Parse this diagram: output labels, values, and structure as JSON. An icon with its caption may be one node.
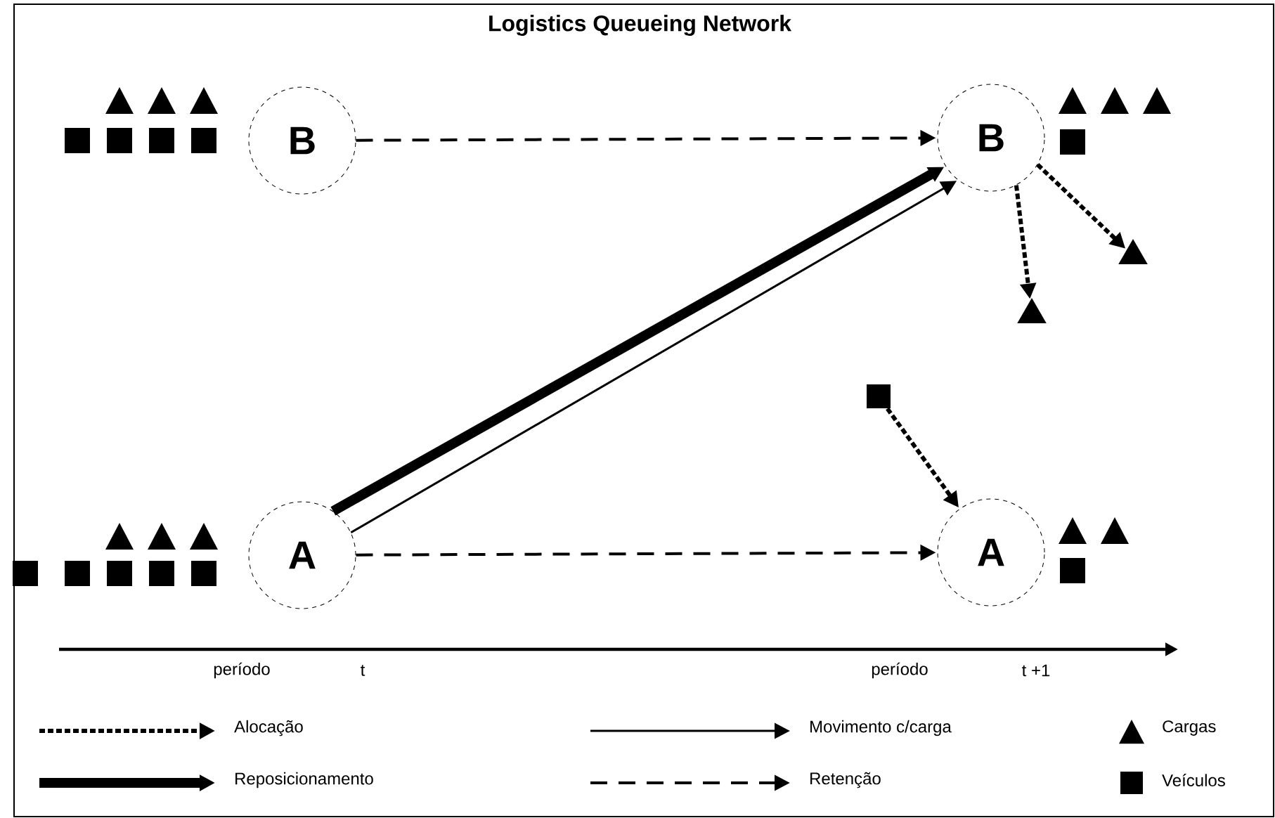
{
  "diagram": {
    "title": "Logistics Queueing Network",
    "nodes": [
      {
        "text": [
          "B"
        ]
      },
      {
        "text": [
          "B"
        ]
      },
      {
        "text": [],
        "shape": "triangle"
      },
      {
        "text": [],
        "shape": "triangle"
      },
      {
        "text": [],
        "shape": "box"
      },
      {
        "text": [
          "A"
        ]
      },
      {
        "text": [
          "A"
        ]
      }
    ],
    "edges": [
      {
        "from": 0,
        "to": 1,
        "arrow": "to",
        "style": "dashed"
      },
      {
        "from": 5,
        "to": 1,
        "arrow": "to",
        "style": "thick"
      },
      {
        "from": 5,
        "to": 1,
        "arrow": "to"
      },
      {
        "from": 5,
        "to": 6,
        "arrow": "to",
        "style": "dashed"
      },
      {
        "from": 1,
        "to": 3,
        "arrow": "to",
        "style": "dashed"
      },
      {
        "from": 1,
        "to": 2,
        "arrow": "to",
        "style": "dashed"
      },
      {
        "from": 4,
        "to": 6,
        "arrow": "to",
        "style": "dashed"
      }
    ],
    "labels": [
      "período",
      "t",
      "período",
      "t +1"
    ],
    "legend": [
      {
        "text": "Alocação"
      },
      {
        "text": "Movimento c/carga"
      },
      {
        "text": "Cargas"
      },
      {
        "text": "Reposicionamento"
      },
      {
        "text": "Retenção"
      },
      {
        "text": "Veículos"
      }
    ]
  }
}
